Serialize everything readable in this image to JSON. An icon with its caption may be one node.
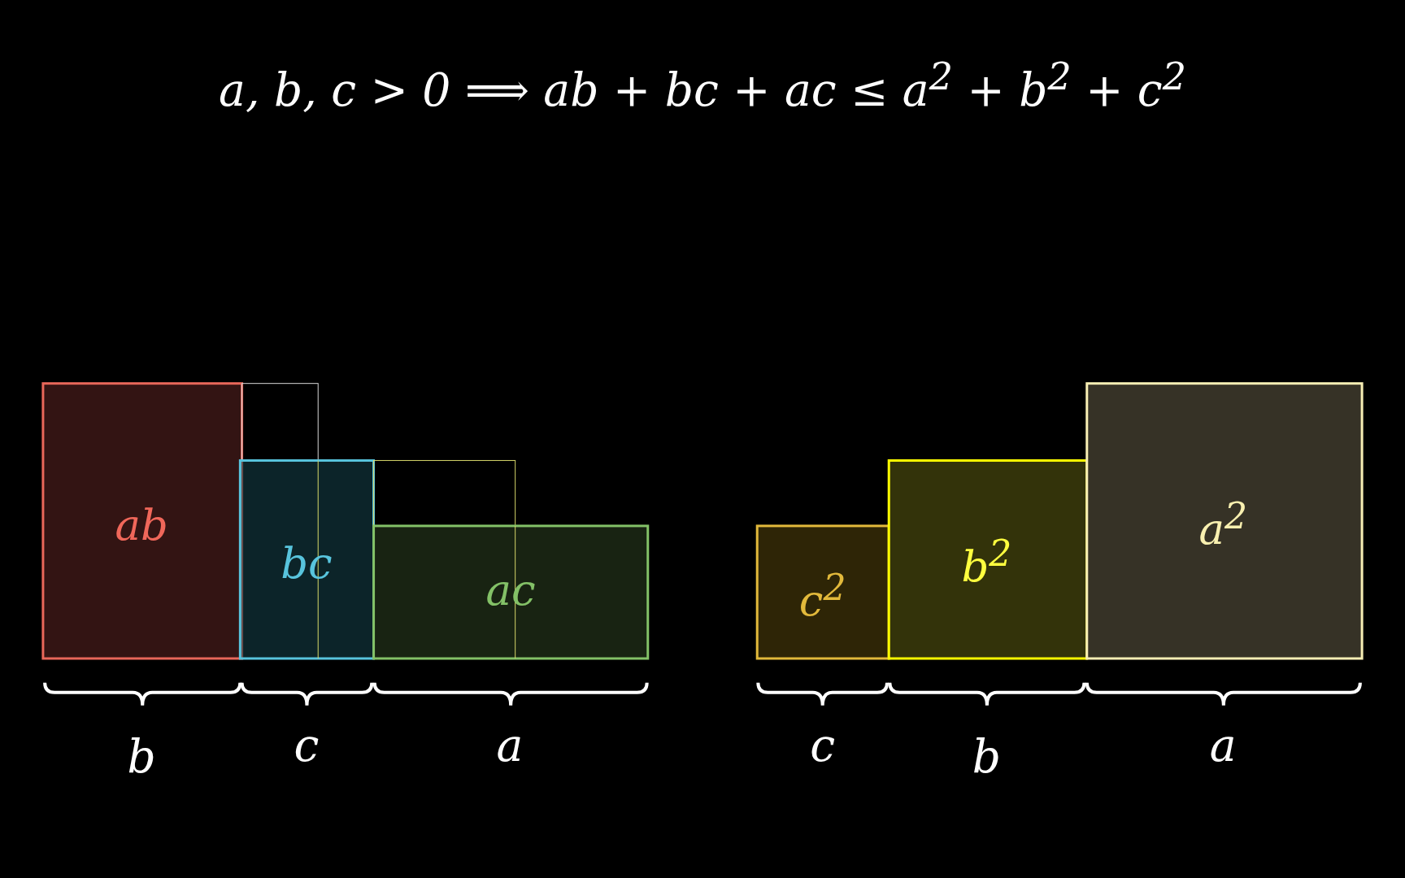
{
  "diagram": {
    "title": "a, b, c > 0 ⟹ ab + bc + ac ≤ a$^{2}$ + b$^{2}$ + c$^{2}$",
    "nodes": [
      {
        "text": [
          "ab"
        ]
      },
      {
        "text": [],
        "shape": "box"
      },
      {
        "text": [
          "bc"
        ]
      },
      {
        "text": [],
        "shape": "box"
      },
      {
        "text": [
          "ac"
        ]
      },
      {
        "text": [
          "c$^{2}$"
        ]
      },
      {
        "text": [
          "b$^{2}$"
        ]
      },
      {
        "text": [
          "a$^{2}$"
        ]
      }
    ],
    "edges": [],
    "labels": [
      "b",
      "c",
      "a",
      "c",
      "b",
      "a"
    ]
  }
}
